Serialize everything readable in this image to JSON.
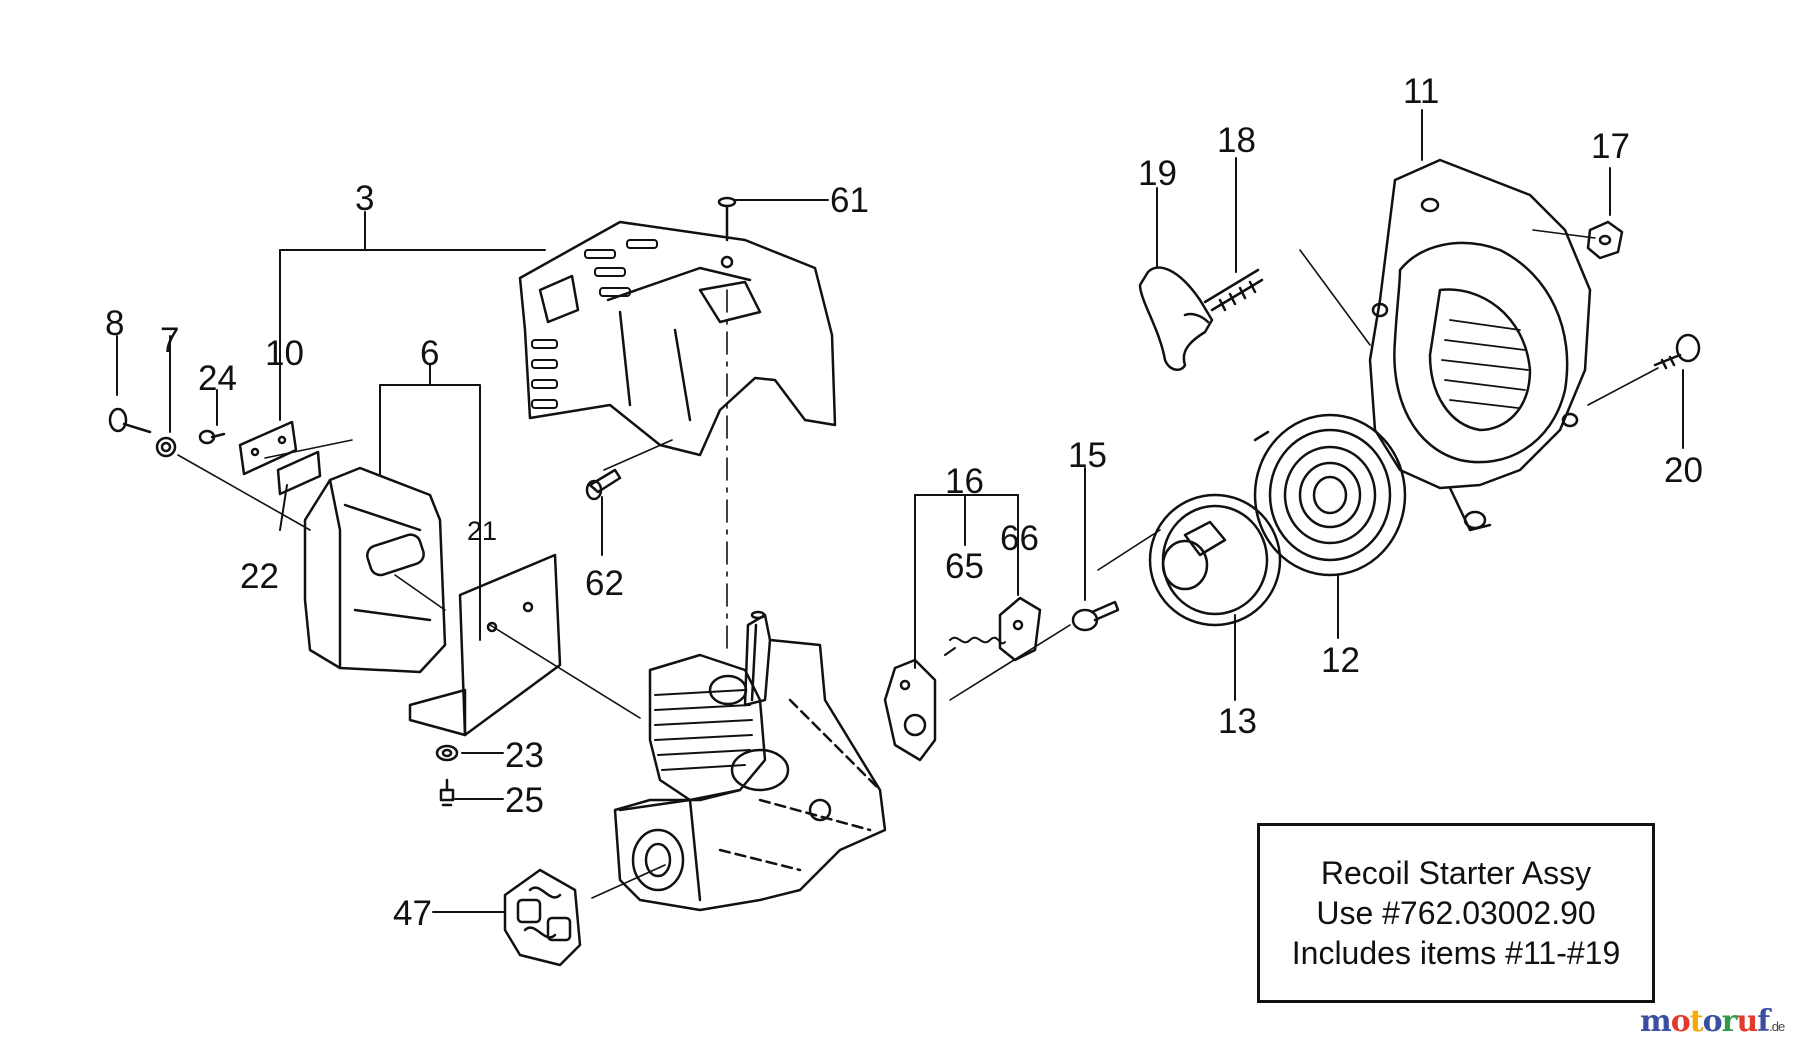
{
  "diagram": {
    "part_numbers": [
      "3",
      "61",
      "10",
      "6",
      "8",
      "7",
      "24",
      "22",
      "21",
      "62",
      "23",
      "25",
      "47",
      "16",
      "65",
      "66",
      "15",
      "19",
      "18",
      "11",
      "17",
      "20",
      "12",
      "13"
    ]
  },
  "info_box": {
    "line1": "Recoil Starter Assy",
    "line2": "Use #762.03002.90",
    "line3": "Includes items #11-#19"
  },
  "watermark": {
    "text": "motoruf",
    "suffix": ".de",
    "letter_colors": [
      "#3a4fa0",
      "#e23b2e",
      "#f2a900",
      "#3a4fa0",
      "#2e9c48",
      "#e23b2e",
      "#3a4fa0"
    ]
  }
}
